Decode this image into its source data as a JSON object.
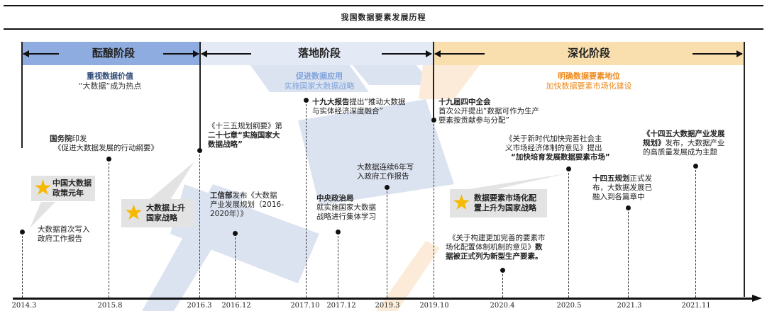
{
  "title": "我国数据要素发展历程",
  "colors": {
    "phase1_band": "#8eacdf",
    "phase2_band": "#e3eaf6",
    "phase3_band": "#f9dfad",
    "phase2_sub": "#7fa3dc",
    "phase3_sub": "#ee8a1c",
    "star": "#f6b800",
    "callout_bg": "#e3e3e3"
  },
  "phases": [
    {
      "label": "酝酿阶段",
      "headline": "重视数据价值",
      "subline": "“大数据”成为热点"
    },
    {
      "label": "落地阶段",
      "headline": "促进数据应用",
      "subline": "实施国家大数据战略"
    },
    {
      "label": "深化阶段",
      "headline": "明确数据要素地位",
      "subline": "加快数据要素市场化建设"
    }
  ],
  "events": {
    "e2014_3": {
      "lines": [
        "大数据首次写入",
        "政府工作报告"
      ]
    },
    "e2015_8": {
      "bold": "国务院",
      "rest": "印发",
      "line2": "《促进大数据发展的行动纲要》"
    },
    "e2016_3": {
      "line1": "《十三五规划纲要》第",
      "line2": "二十七章“实施国家大",
      "line3": "数据战略”"
    },
    "e2016_12": {
      "bold": "工信部",
      "rest": "发布《大数据",
      "line2": "产业发展规划（2016-",
      "line3": "2020年）》"
    },
    "e2017_10": {
      "bold": "十九大报告",
      "rest": "提出“推动大数据",
      "line2": "与实体经济深度融合”"
    },
    "e2017_12": {
      "bold": "中央政治局",
      "line2": "就实施国家大数据",
      "line3": "战略进行集体学习"
    },
    "e2019_3": {
      "line1": "大数据连续6年写",
      "line2": "入政府工作报告"
    },
    "e2019_10": {
      "bold": "十九届四中全会",
      "line2": "首次公开提出“数据可作为生产",
      "line3": "要素按贡献参与分配”"
    },
    "e2020_4": {
      "line1": "《关于构建更加完善的要素市",
      "line2": "场化配置体制机制的意见》",
      "bold2": "数",
      "line3": "据被正式列为新型生产要素。"
    },
    "e2020_5": {
      "line1": "《关于新时代加快完善社会主",
      "line2": "义市场经济体制的意见》提出",
      "line3": "“加快培育发展数据要素市场”"
    },
    "e2021_3": {
      "bold": "十四五规划",
      "rest": "正式发",
      "line2": "布，大数据发展已",
      "line3": "融入到各篇章中"
    },
    "e2021_11": {
      "bold1": "《十四五大数据产业发展",
      "bold2": "规划》",
      "rest2": "发布，大数据产业",
      "line3": "的高质量发展成为主题"
    }
  },
  "callouts": [
    {
      "line1": "中国大数据",
      "line2": "政策元年"
    },
    {
      "line1": "大数据上升",
      "line2": "国家战略"
    },
    {
      "line1": "数据要素市场化配",
      "line2": "置上升为国家战略"
    }
  ],
  "axis_ticks": [
    "2014.3",
    "2015.8",
    "2016.3",
    "2016.12",
    "2017.10",
    "2017.12",
    "2019.3",
    "2019.10",
    "2020.4",
    "2020.5",
    "2021.3",
    "2021.11"
  ]
}
